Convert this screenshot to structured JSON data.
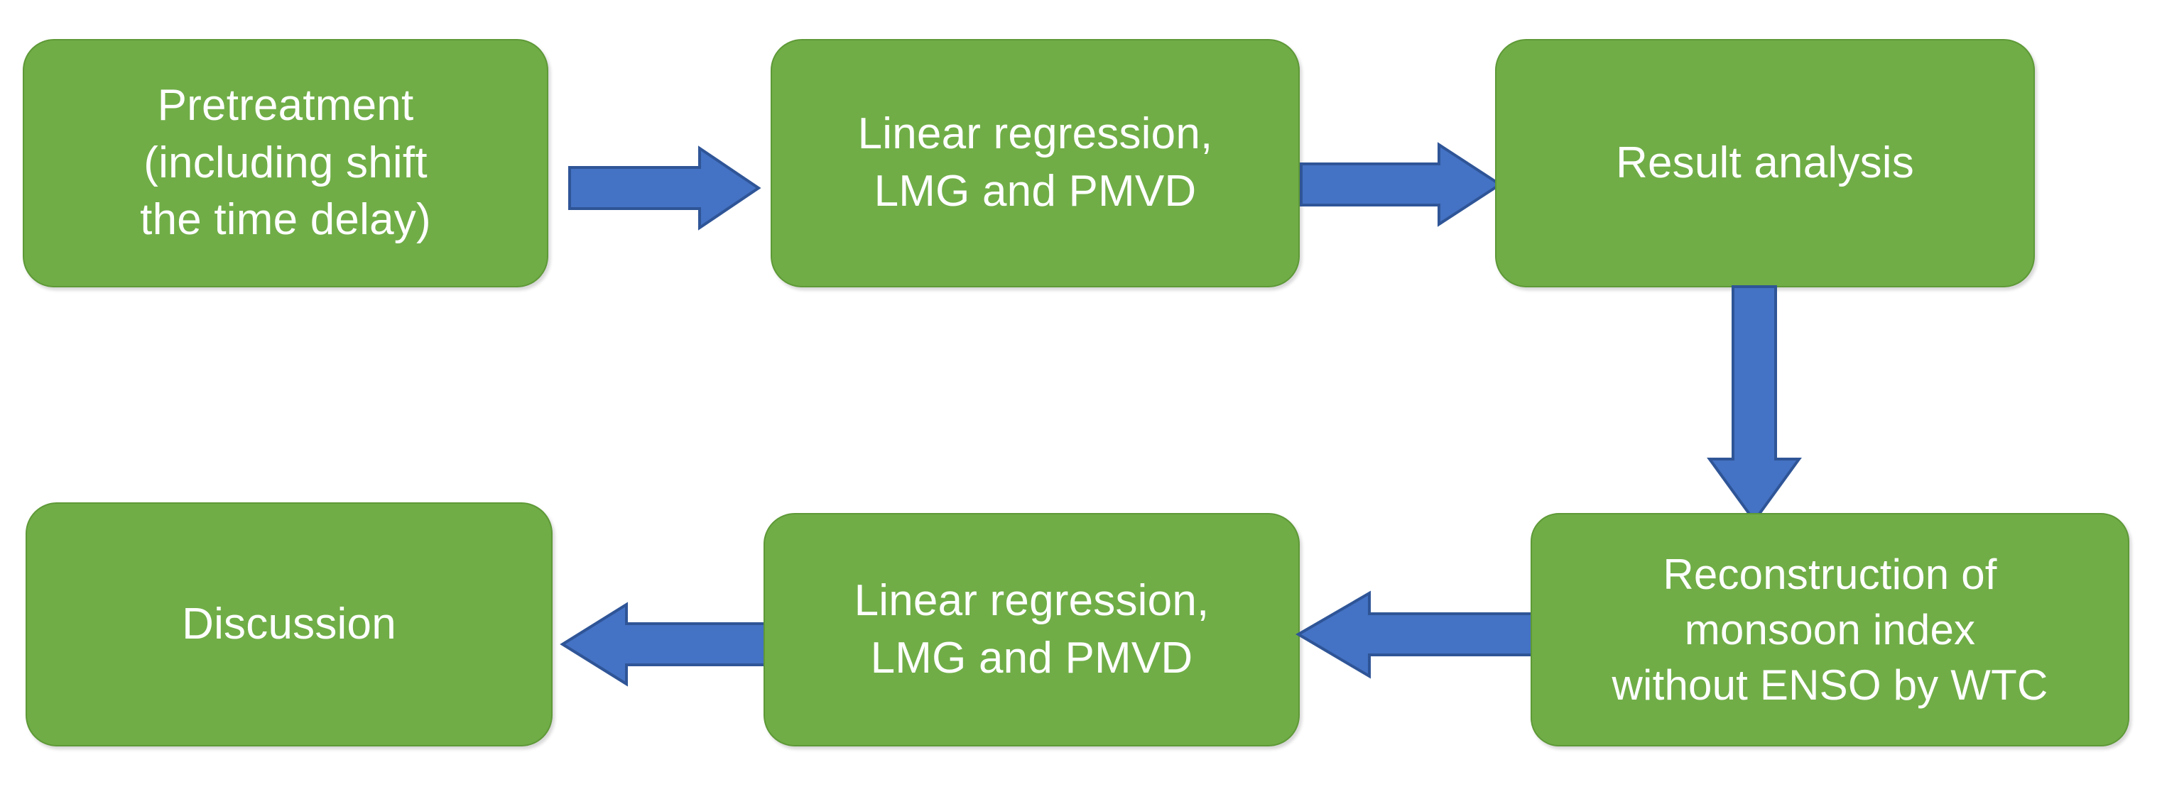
{
  "diagram": {
    "title": "Research workflow flowchart",
    "colors": {
      "node_fill": "#70AD47",
      "node_border": "#5E9937",
      "node_text": "#FFFFFF",
      "arrow_fill": "#4472C4",
      "arrow_border": "#2F5597",
      "background": "#FFFFFF"
    },
    "nodes": [
      {
        "id": "pretreatment",
        "label": "Pretreatment\n(including shift\nthe time delay)",
        "row": 1,
        "column": 1
      },
      {
        "id": "linear-regression-top",
        "label": "Linear regression,\nLMG and PMVD",
        "row": 1,
        "column": 2
      },
      {
        "id": "result-analysis",
        "label": "Result analysis",
        "row": 1,
        "column": 3
      },
      {
        "id": "reconstruction",
        "label": "Reconstruction of\nmonsoon index\nwithout ENSO by WTC",
        "row": 2,
        "column": 3
      },
      {
        "id": "linear-regression-bottom",
        "label": "Linear regression,\nLMG and PMVD",
        "row": 2,
        "column": 2
      },
      {
        "id": "discussion",
        "label": "Discussion",
        "row": 2,
        "column": 1
      }
    ],
    "edges": [
      {
        "id": "e1",
        "from": "pretreatment",
        "to": "linear-regression-top",
        "direction": "right"
      },
      {
        "id": "e2",
        "from": "linear-regression-top",
        "to": "result-analysis",
        "direction": "right"
      },
      {
        "id": "e3",
        "from": "result-analysis",
        "to": "reconstruction",
        "direction": "down"
      },
      {
        "id": "e4",
        "from": "reconstruction",
        "to": "linear-regression-bottom",
        "direction": "left"
      },
      {
        "id": "e5",
        "from": "linear-regression-bottom",
        "to": "discussion",
        "direction": "left"
      }
    ]
  }
}
